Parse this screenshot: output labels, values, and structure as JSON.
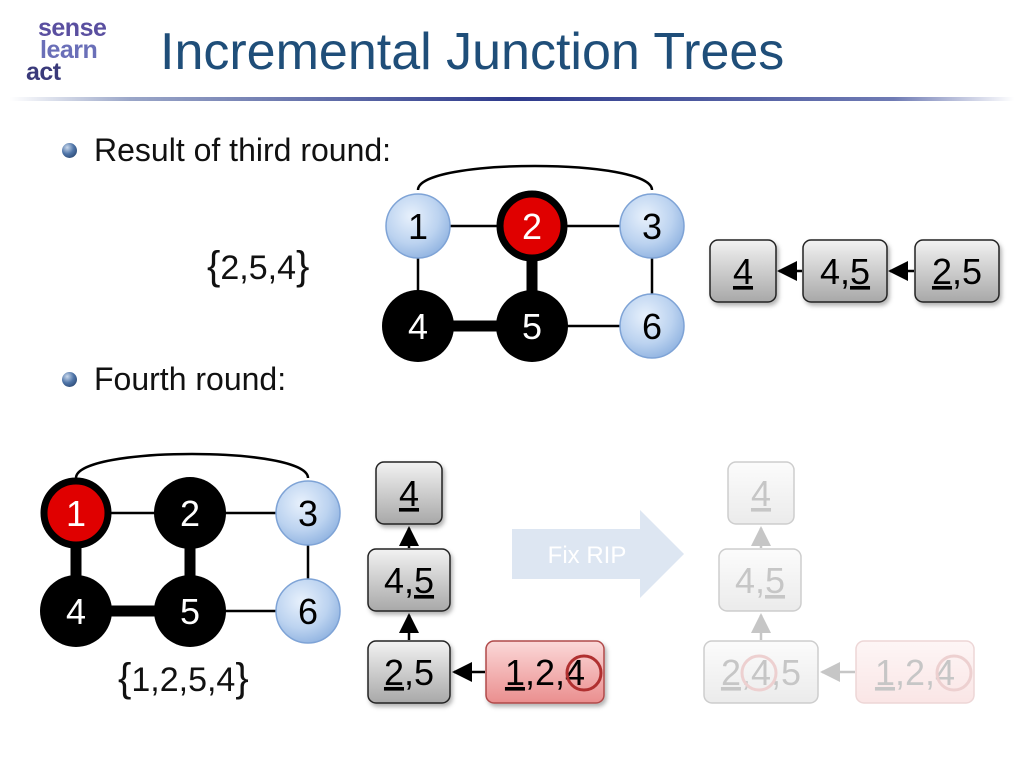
{
  "logo": {
    "line1": "sense",
    "line2": "learn",
    "line3": "act"
  },
  "title": "Incremental Junction Trees",
  "bullets": [
    {
      "text": "Result of third round:"
    },
    {
      "text": "Fourth round:"
    }
  ],
  "third_round": {
    "set_label": {
      "open": "{",
      "items": "2,5,4",
      "close": "}"
    },
    "graph_nodes": [
      "1",
      "2",
      "3",
      "4",
      "5",
      "6"
    ],
    "chain": [
      {
        "pre": "",
        "underlined": "4",
        "post": ""
      },
      {
        "pre": "4,",
        "underlined": "5",
        "post": ""
      },
      {
        "pre": "",
        "underlined": "2",
        "post": ",5"
      }
    ]
  },
  "fourth_round": {
    "set_label": {
      "open": "{",
      "items": "1,2,5,4",
      "close": "}"
    },
    "graph_nodes": [
      "1",
      "2",
      "3",
      "4",
      "5",
      "6"
    ],
    "tree": [
      {
        "pre": "",
        "underlined": "4",
        "post": ""
      },
      {
        "pre": "4,",
        "underlined": "5",
        "post": ""
      },
      {
        "pre": "",
        "underlined": "2",
        "post": ",5"
      },
      {
        "pre": "",
        "underlined": "1",
        "post": ",2,",
        "circled": "4"
      }
    ],
    "arrow_label": "Fix RIP",
    "fixed_tree": [
      {
        "pre": "",
        "underlined": "4",
        "post": ""
      },
      {
        "pre": "4,",
        "underlined": "5",
        "post": ""
      },
      {
        "pre": "",
        "underlined": "2",
        "post": ",",
        "circled": "4",
        "post2": ",5"
      },
      {
        "pre": "",
        "underlined": "1",
        "post": ",2,",
        "circled": "4"
      }
    ]
  },
  "colors": {
    "title": "#1f4e79",
    "node_light": "#bcd3f0",
    "node_active": "#e00000",
    "node_dark": "#000000",
    "box_gray": "#c4c4c4",
    "box_red": "#f0a0a0",
    "circle_mark": "#b03030",
    "fix_arrow": "#dde6f2"
  }
}
